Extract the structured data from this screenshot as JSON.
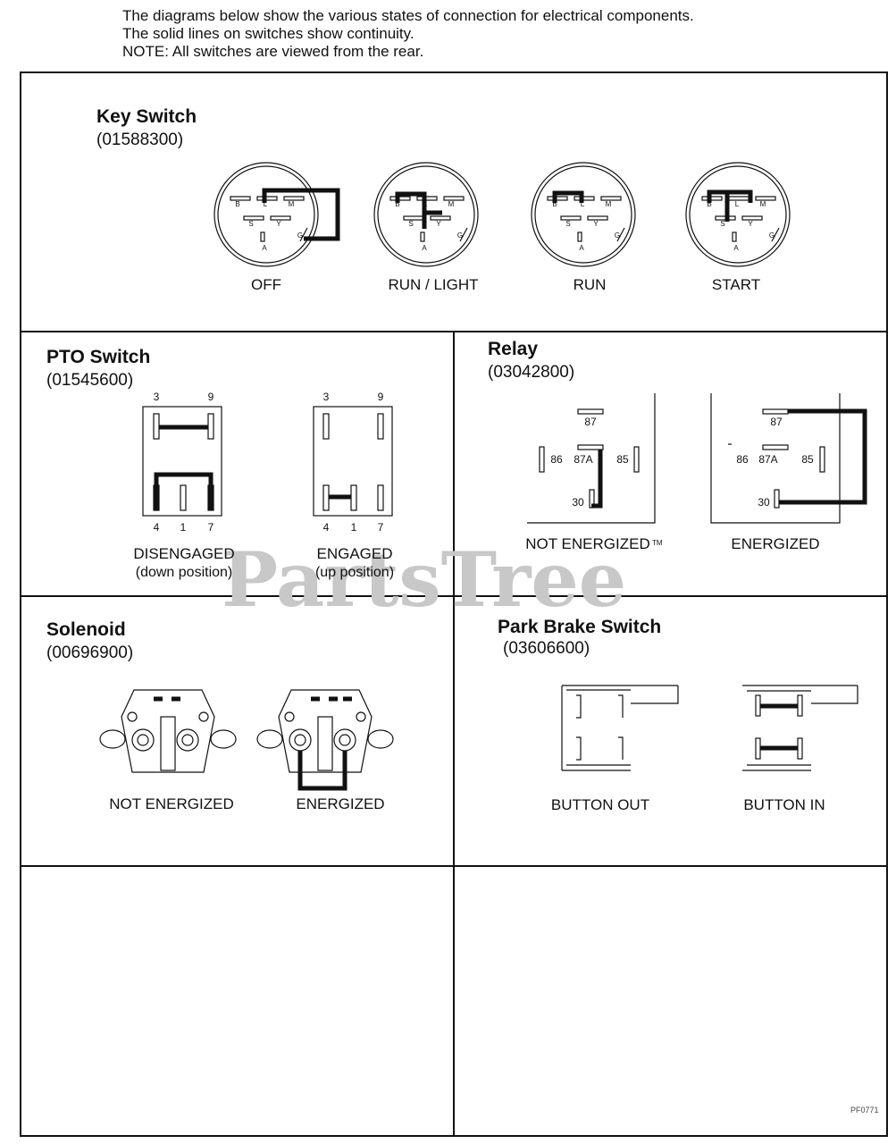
{
  "intro": {
    "line1": "The diagrams below show the various states of connection for electrical components.",
    "line2": "The solid lines on switches show continuity.",
    "line3": "NOTE:  All switches are viewed from the rear."
  },
  "key_switch": {
    "title": "Key Switch",
    "part": "(01588300)",
    "pins": [
      "B",
      "L",
      "M",
      "S",
      "Y",
      "A",
      "G"
    ],
    "states": [
      "OFF",
      "RUN / LIGHT",
      "RUN",
      "START"
    ]
  },
  "pto_switch": {
    "title": "PTO Switch",
    "part": "(01545600)",
    "pins_top": [
      "3",
      "9"
    ],
    "pins_bottom": [
      "4",
      "1",
      "7"
    ],
    "states": [
      {
        "label": "DISENGAGED",
        "sub": "(down position)"
      },
      {
        "label": "ENGAGED",
        "sub": "(up position)"
      }
    ]
  },
  "relay": {
    "title": "Relay",
    "part": "(03042800)",
    "pins": [
      "87",
      "86",
      "87A",
      "85",
      "30"
    ],
    "states": [
      "NOT ENERGIZED",
      "ENERGIZED"
    ]
  },
  "solenoid": {
    "title": "Solenoid",
    "part": "(00696900)",
    "states": [
      "NOT ENERGIZED",
      "ENERGIZED"
    ]
  },
  "park_brake": {
    "title": "Park Brake Switch",
    "part": "(03606600)",
    "states": [
      "BUTTON OUT",
      "BUTTON IN"
    ]
  },
  "watermark": "PartsTree",
  "trademark": "TM",
  "ref_code": "PF0771"
}
